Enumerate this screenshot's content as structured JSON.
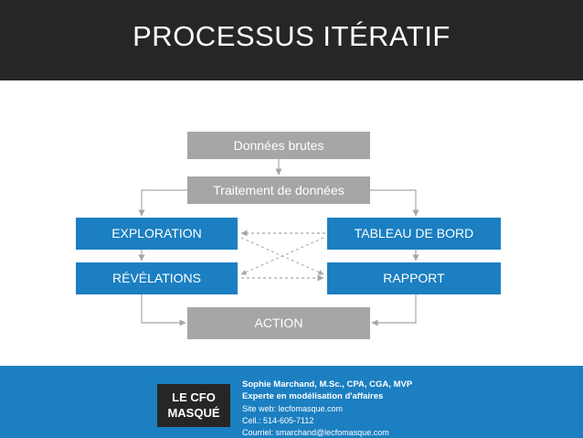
{
  "header": {
    "title": "PROCESSUS ITÉRATIF"
  },
  "diagram": {
    "nodes": [
      {
        "id": "donnees-brutes",
        "label": "Données brutes",
        "color": "#a6a6a6"
      },
      {
        "id": "traitement-donnees",
        "label": "Traitement de données",
        "color": "#a6a6a6"
      },
      {
        "id": "exploration",
        "label": "EXPLORATION",
        "color": "#1b7fc1"
      },
      {
        "id": "tableau-de-bord",
        "label": "TABLEAU DE BORD",
        "color": "#1b7fc1"
      },
      {
        "id": "revelations",
        "label": "RÉVÉLATIONS",
        "color": "#1b7fc1"
      },
      {
        "id": "rapport",
        "label": "RAPPORT",
        "color": "#1b7fc1"
      },
      {
        "id": "action",
        "label": "ACTION",
        "color": "#a6a6a6"
      }
    ],
    "arrow_color": "#a6a6a6"
  },
  "footer": {
    "logo": {
      "line1": "LE CFO",
      "line2": "MASQUÉ"
    },
    "contact": {
      "name": "Sophie Marchand, M.Sc., CPA, CGA, MVP",
      "role": "Experte en modélisation d'affaires",
      "website": "Site web: lecfomasque.com",
      "phone": "Cell.: 514-605-7112",
      "email": "Courriel: smarchand@lecfomasque.com"
    },
    "background": "#1b7fc1"
  }
}
